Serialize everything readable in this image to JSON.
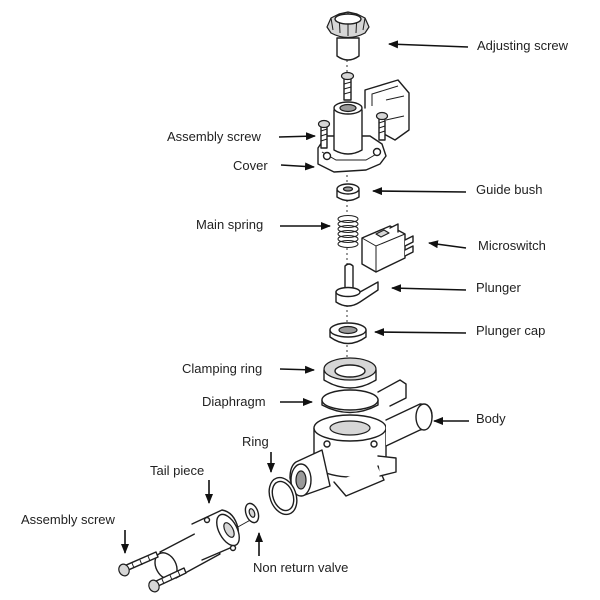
{
  "labels": {
    "adjusting_screw": "Adjusting screw",
    "assembly_screw_top": "Assembly screw",
    "cover": "Cover",
    "guide_bush": "Guide bush",
    "main_spring": "Main spring",
    "microswitch": "Microswitch",
    "plunger": "Plunger",
    "plunger_cap": "Plunger cap",
    "clamping_ring": "Clamping ring",
    "diaphragm": "Diaphragm",
    "body": "Body",
    "ring": "Ring",
    "tail_piece": "Tail piece",
    "assembly_screw_bottom": "Assembly screw",
    "non_return_valve": "Non return valve"
  }
}
